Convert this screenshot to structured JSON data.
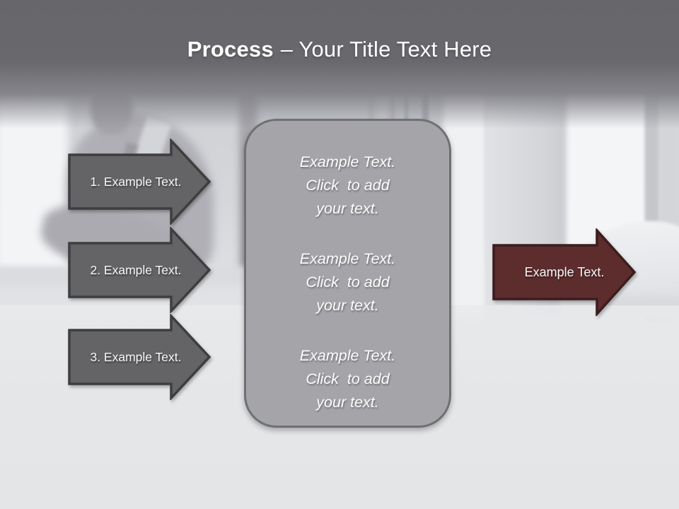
{
  "title": {
    "emphasis": "Process",
    "rest": "– Your Title Text Here"
  },
  "colors": {
    "gray_arrow_fill": "#646467",
    "gray_arrow_border": "#3e3e40",
    "red_arrow_fill": "#5d2d2e",
    "red_arrow_border": "#3c1d1e",
    "panel_fill": "#a5a5a9",
    "panel_border": "#707073",
    "header_gray": "#67676b",
    "text_white": "#ffffff"
  },
  "process_steps": [
    {
      "label": "1. Example Text."
    },
    {
      "label": "2. Example Text."
    },
    {
      "label": "3. Example Text."
    }
  ],
  "panel_blocks": [
    {
      "lines": [
        "Example Text.",
        "Click  to add",
        "your text."
      ]
    },
    {
      "lines": [
        "Example Text.",
        "Click  to add",
        "your text."
      ]
    },
    {
      "lines": [
        "Example Text.",
        "Click  to add",
        "your text."
      ]
    }
  ],
  "result_arrow": {
    "label": "Example Text."
  }
}
